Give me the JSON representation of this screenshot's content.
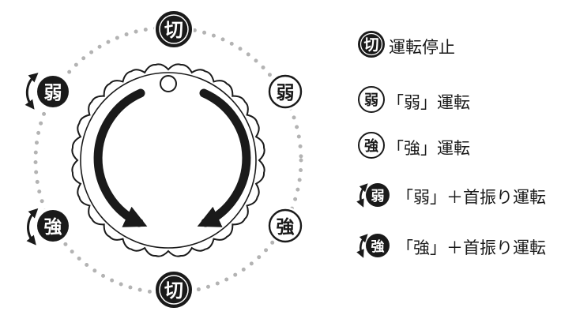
{
  "dial": {
    "positions": {
      "top_off": "切",
      "right_weak": "弱",
      "right_strong": "強",
      "bottom_off": "切",
      "left_weak_swing": "弱",
      "left_strong_swing": "強"
    }
  },
  "legend": {
    "items": [
      {
        "icon_text": "切",
        "icon_style": "filled",
        "label": "運転停止"
      },
      {
        "icon_text": "弱",
        "icon_style": "outline",
        "label": "「弱」運転"
      },
      {
        "icon_text": "強",
        "icon_style": "outline",
        "label": "「強」運転"
      },
      {
        "icon_text": "弱",
        "icon_style": "filled-swing",
        "label": "「弱」＋首振り運転"
      },
      {
        "icon_text": "強",
        "icon_style": "filled-swing",
        "label": "「強」＋首振り運転"
      }
    ]
  },
  "colors": {
    "ink": "#1a1a1a",
    "dots": "#b3b3b3",
    "background": "#ffffff"
  }
}
